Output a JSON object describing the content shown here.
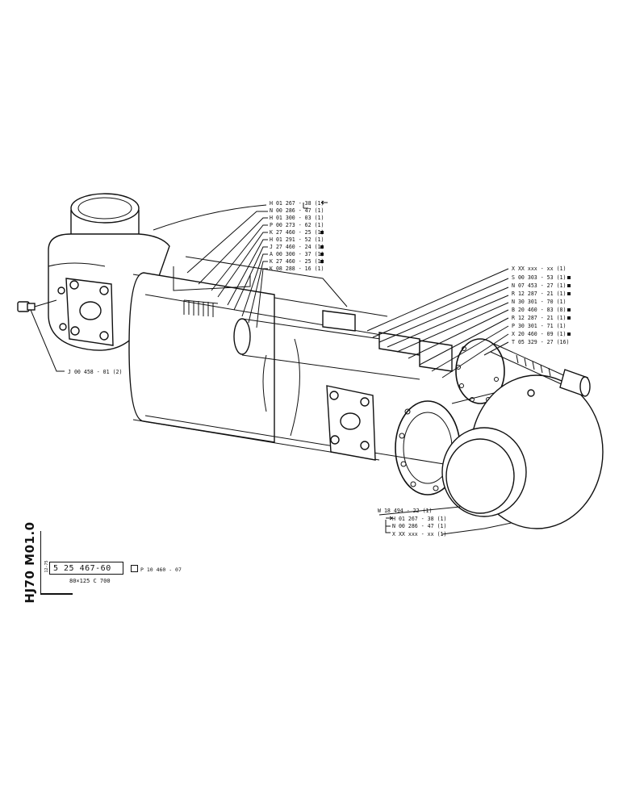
{
  "callouts_top": [
    "H 01  267 - 38 (1)",
    "N 00  286 - 47 (1)",
    "H 01  300 - 03 (1)",
    "P 00  273 - 62 (1)",
    "K 27  460 - 25 (1)",
    "H 01  291 - 52 (1)",
    "J 27  460 - 24 (1)",
    "A 00  300 - 37 (1)",
    "K 27  460 - 25 (1)",
    "K 08  288 - 16 (1)"
  ],
  "callouts_right": [
    "X  XX  xxx - xx (1)",
    "S 00  303 - 53 (1)",
    "N 07  453 - 27 (1)",
    "R 12  287 - 21 (1)",
    "N 30  301 - 70 (1)",
    "B 20  460 - 83 (8)",
    "R 12  287 - 21 (1)",
    "P 30  301 - 71 (1)",
    "X 20  460 - 09 (1)",
    "T 05  329 - 27 (16)"
  ],
  "callout_left": "J 00  458 - 01 (2)",
  "callouts_bottom": [
    "W 18  494 - 22 (1)",
    "H 01  267 - 38 (1)",
    "N 00  286 - 47 (1)",
    "X  XX  xxx - xx (1)"
  ],
  "title_block": {
    "drawing_code": "HJ70 M01.0",
    "date": "12-75",
    "part_number": "5 25  467-60",
    "size": "80×125   C 700",
    "reference": "P 10  460 - 07"
  }
}
